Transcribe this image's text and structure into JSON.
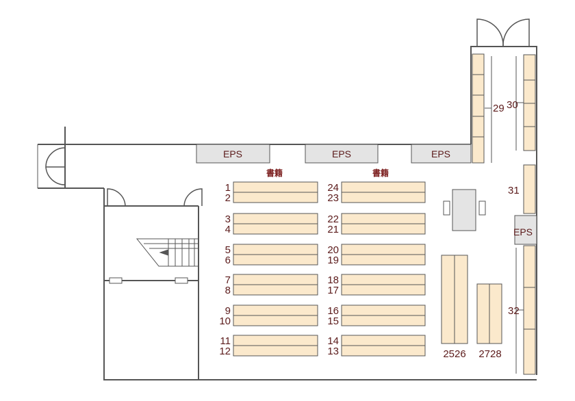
{
  "eps_label": "EPS",
  "section_labels": {
    "left": "書籍",
    "right": "書籍"
  },
  "shelves": {
    "left_numbers_top": [
      "1",
      "3",
      "5",
      "7",
      "9",
      "11"
    ],
    "left_numbers_bottom": [
      "2",
      "4",
      "6",
      "8",
      "10",
      "12"
    ],
    "right_numbers_top": [
      "24",
      "22",
      "20",
      "18",
      "16",
      "14"
    ],
    "right_numbers_bottom": [
      "23",
      "21",
      "19",
      "17",
      "15",
      "13"
    ],
    "pair_25_26": "2526",
    "pair_27_28": "2728",
    "wall_29": "29",
    "wall_30": "30",
    "wall_31": "31",
    "wall_32": "32"
  },
  "colors": {
    "shelf_fill": "#fbe9cc",
    "eps_fill": "#e4e4e4",
    "wall": "#555555",
    "label": "#5b1a1a"
  }
}
